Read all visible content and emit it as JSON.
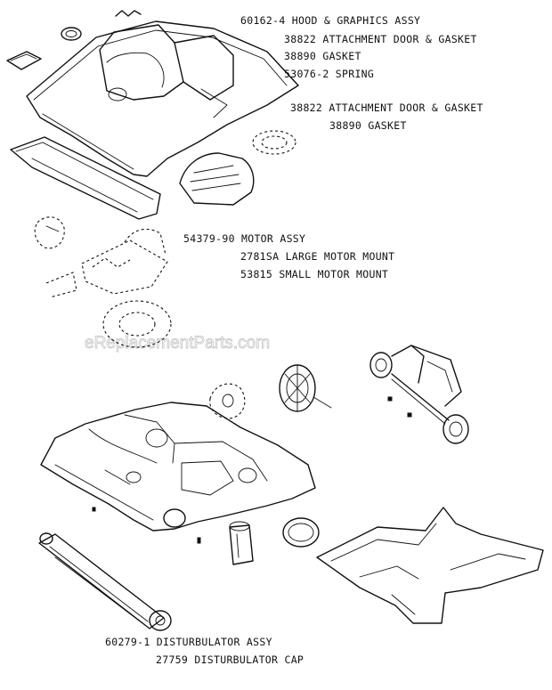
{
  "labels": {
    "hood": "60162-4 HOOD & GRAPHICS ASSY",
    "attachment_door_1": "38822 ATTACHMENT DOOR & GASKET",
    "gasket_1": "38890 GASKET",
    "spring": "53076-2 SPRING",
    "attachment_door_2": "38822 ATTACHMENT DOOR & GASKET",
    "gasket_2": "38890 GASKET",
    "motor_assy": "54379-90 MOTOR ASSY",
    "large_motor_mount": "2781SA LARGE MOTOR MOUNT",
    "small_motor_mount": "53815 SMALL MOTOR MOUNT",
    "disturbulator_assy": "60279-1 DISTURBULATOR ASSY",
    "disturbulator_cap": "27759 DISTURBULATOR CAP"
  },
  "watermark": "eReplacementParts.com"
}
